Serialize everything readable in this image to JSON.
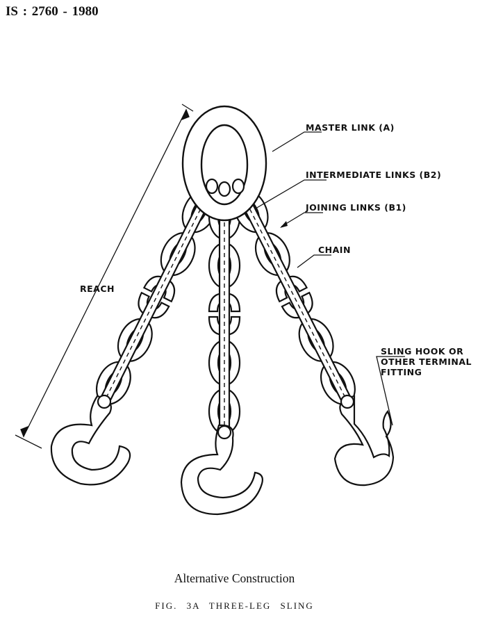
{
  "header": {
    "document_id": "IS : 2760 - 1980"
  },
  "labels": {
    "master_link": "MASTER LINK (A)",
    "intermediate_links": "INTERMEDIATE LINKS (B2)",
    "joining_links": "JOINING LINKS (B1)",
    "chain": "CHAIN",
    "sling_hook_line1": "SLING HOOK OR",
    "sling_hook_line2": "OTHER TERMINAL",
    "sling_hook_line3": "FITTING",
    "reach": "REACH"
  },
  "caption": "Alternative Construction",
  "figure_title": "FIG. 3A  THREE-LEG  SLING"
}
